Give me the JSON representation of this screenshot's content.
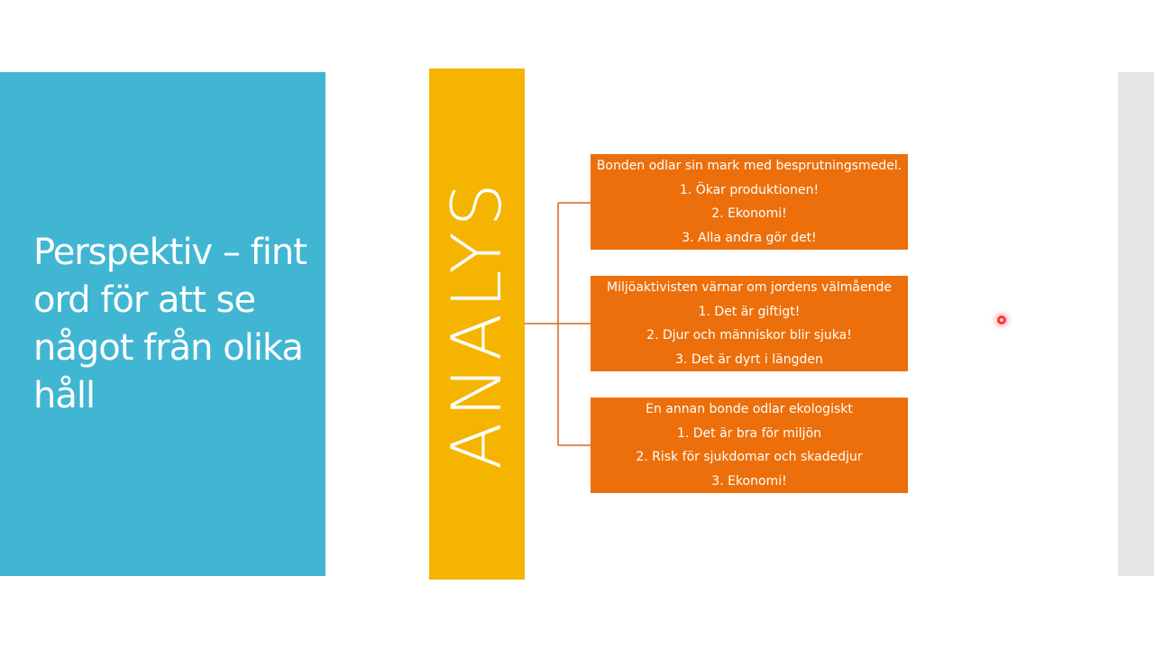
{
  "title": "Perspektiv – fint ord för att se något från olika håll",
  "center_label": "ANALYS",
  "boxes": [
    {
      "heading": "Bonden odlar sin mark med besprutningsmedel.",
      "items": [
        "1. Ökar produktionen!",
        "2. Ekonomi!",
        "3. Alla andra gör det!"
      ]
    },
    {
      "heading": "Miljöaktivisten värnar om jordens välmående",
      "items": [
        "1. Det är giftigt!",
        "2. Djur och människor blir sjuka!",
        "3. Det är dyrt i längden"
      ]
    },
    {
      "heading": "En annan bonde odlar ekologiskt",
      "items": [
        "1. Det är bra för miljön",
        "2. Risk för sjukdomar och skadedjur",
        "3. Ekonomi!"
      ]
    }
  ],
  "colors": {
    "left_panel": "#41b6d2",
    "center_bar": "#f4b400",
    "boxes": "#ec6f0b",
    "connector": "#d9661a",
    "right_strip": "#e6e6e6"
  }
}
